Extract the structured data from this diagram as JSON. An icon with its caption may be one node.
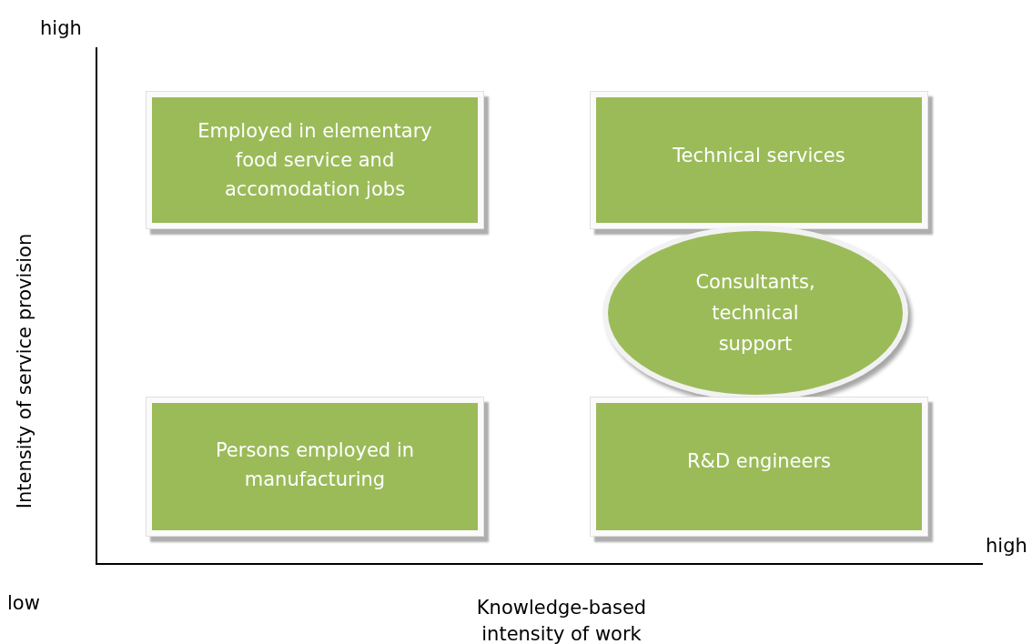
{
  "diagram": {
    "nodes": [
      {
        "text": [
          "Employed in elementary food service and accomodation jobs"
        ]
      },
      {
        "text": [
          "Technical services"
        ]
      },
      {
        "text": [
          "Consultants, technical support"
        ]
      },
      {
        "text": [
          "Persons employed in manufacturing"
        ]
      },
      {
        "text": [
          "R&D engineers"
        ]
      }
    ],
    "labels": [
      "high",
      "Intensity of service provision",
      "high",
      "low",
      "Knowledge-based intensity of work"
    ]
  }
}
